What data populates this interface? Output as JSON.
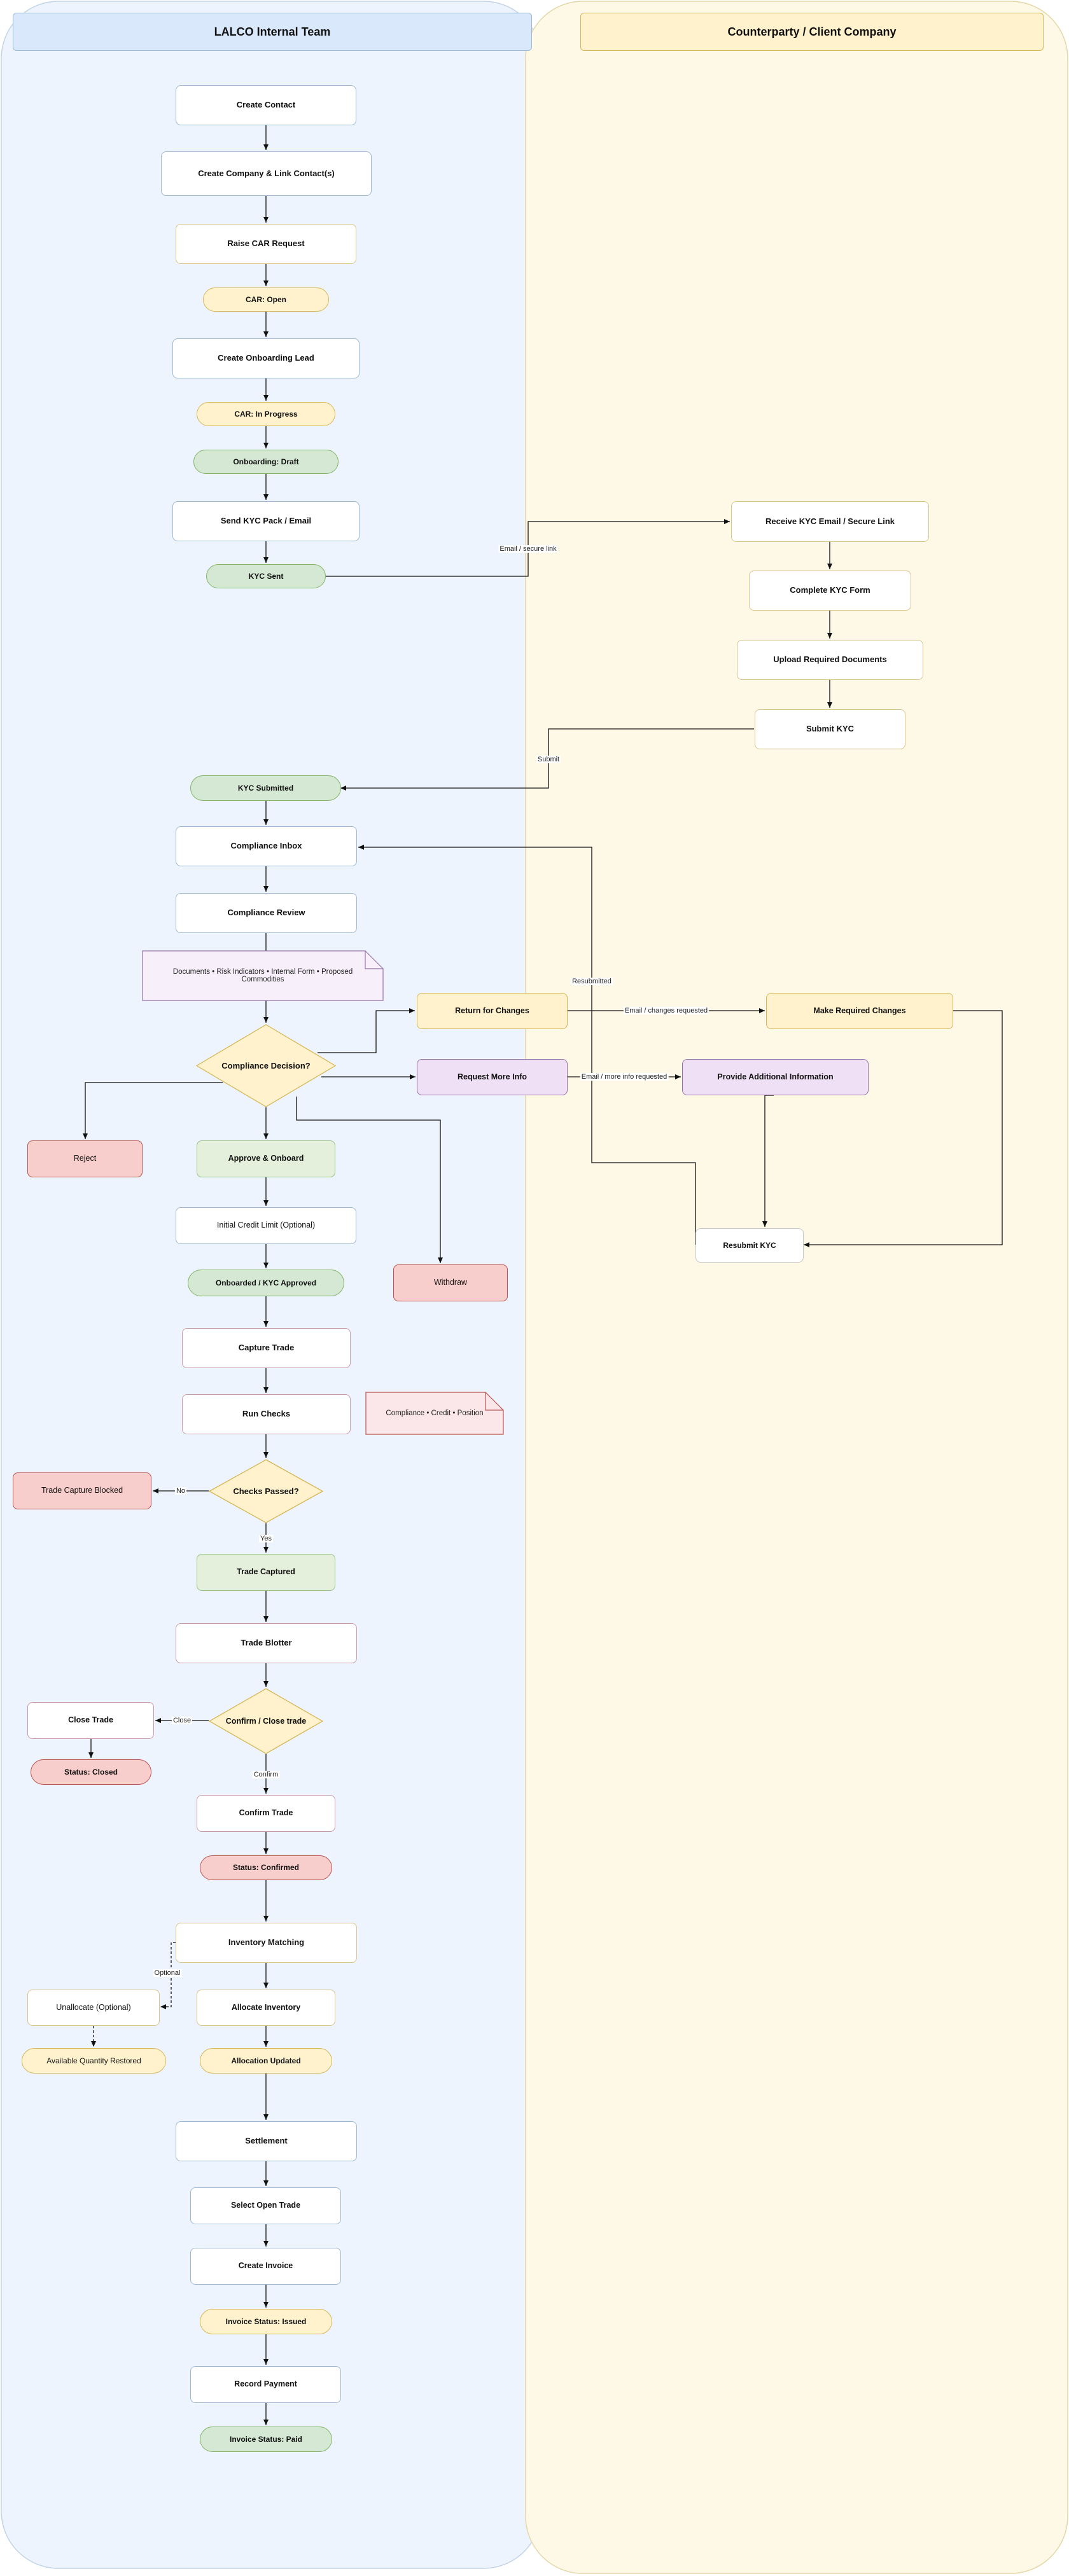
{
  "lanes": {
    "internal": {
      "title": "LALCO Internal Team"
    },
    "client": {
      "title": "Counterparty / Client Company"
    }
  },
  "nodes": {
    "create_contact": "Create Contact",
    "create_company": "Create Company & Link Contact(s)",
    "raise_car": "Raise CAR Request",
    "car_open": "CAR: Open",
    "create_lead": "Create Onboarding Lead",
    "car_in_progress": "CAR: In Progress",
    "onboarding_draft": "Onboarding: Draft",
    "send_kyc": "Send KYC Pack / Email",
    "kyc_sent": "KYC Sent",
    "receive_kyc": "Receive KYC Email / Secure Link",
    "complete_kyc": "Complete KYC Form",
    "upload_docs": "Upload Required Documents",
    "submit_kyc": "Submit KYC",
    "kyc_submitted": "KYC Submitted",
    "compliance_inbox": "Compliance Inbox",
    "compliance_review": "Compliance Review",
    "review_note": "Documents • Risk Indicators • Internal Form • Proposed Commodities",
    "compliance_decision": "Compliance Decision?",
    "return_changes": "Return for Changes",
    "make_changes": "Make Required Changes",
    "request_info": "Request More Info",
    "provide_info": "Provide Additional Information",
    "resubmit_kyc": "Resubmit KYC",
    "reject": "Reject",
    "approve": "Approve & Onboard",
    "credit_limit": "Initial Credit Limit (Optional)",
    "onboarded": "Onboarded / KYC Approved",
    "withdraw": "Withdraw",
    "capture_trade": "Capture Trade",
    "run_checks": "Run Checks",
    "checks_note": "Compliance • Credit • Position",
    "checks_passed": "Checks Passed?",
    "trade_blocked": "Trade Capture Blocked",
    "trade_captured": "Trade Captured",
    "trade_blotter": "Trade Blotter",
    "confirm_close": "Confirm / Close trade",
    "close_trade": "Close Trade",
    "status_closed": "Status: Closed",
    "confirm_trade": "Confirm Trade",
    "status_confirmed": "Status: Confirmed",
    "inventory_matching": "Inventory Matching",
    "unallocate": "Unallocate (Optional)",
    "available_restored": "Available Quantity Restored",
    "allocate_inventory": "Allocate Inventory",
    "allocation_updated": "Allocation Updated",
    "settlement": "Settlement",
    "select_trade": "Select Open Trade",
    "create_invoice": "Create Invoice",
    "invoice_issued": "Invoice Status: Issued",
    "record_payment": "Record Payment",
    "invoice_paid": "Invoice Status: Paid"
  },
  "edge_labels": {
    "email_link": "Email / secure link",
    "submit": "Submit",
    "resubmitted": "Resubmitted",
    "email_changes": "Email / changes requested",
    "email_info": "Email / more info requested",
    "no": "No",
    "yes": "Yes",
    "close": "Close",
    "confirm": "Confirm",
    "optional": "Optional"
  },
  "colors": {
    "internal_lane_fill": "#edf4fd",
    "internal_lane_border": "#c2d3e5",
    "client_lane_fill": "#fef9e6",
    "client_lane_border": "#e3d6a8",
    "internal_header_fill": "#dae8fc",
    "client_header_fill": "#fff2cc",
    "decision_fill": "#fff2cc",
    "note_fill": "#f7f0fb",
    "edge": "#111111"
  }
}
